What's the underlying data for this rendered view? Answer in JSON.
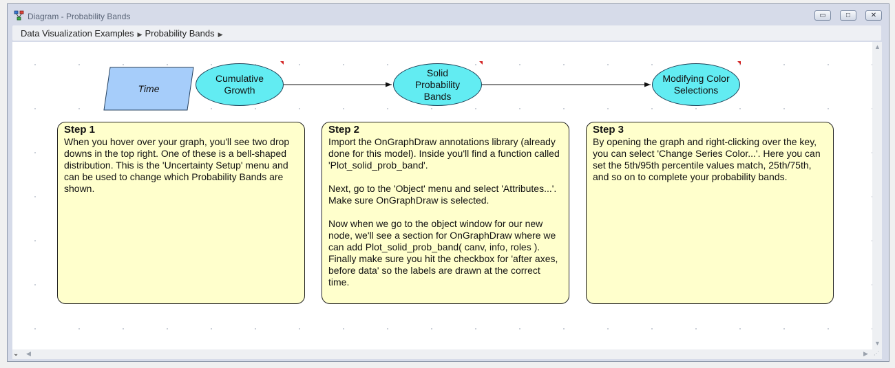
{
  "window": {
    "title": "Diagram - Probability Bands",
    "buttons": {
      "minimize": "▭",
      "restore": "□",
      "close": "✕"
    }
  },
  "breadcrumb": [
    "Data Visualization Examples",
    "Probability Bands"
  ],
  "nodes": {
    "time": "Time",
    "cumulative_growth": "Cumulative Growth",
    "solid_bands": "Solid Probability Bands",
    "modifying_color": "Modifying Color Selections"
  },
  "notes": [
    {
      "title": "Step 1",
      "body": "When you hover over your graph, you'll see two drop downs in the top right. One of these is a bell-shaped distribution. This is the 'Uncertainty Setup' menu and can be used to change which Probability Bands are shown."
    },
    {
      "title": "Step 2",
      "body": "Import the OnGraphDraw annotations library (already done for this model). Inside you'll find a function called 'Plot_solid_prob_band'.\n\nNext, go to the 'Object' menu and select 'Attributes...'. Make sure OnGraphDraw is selected.\n\nNow when we go to the object window for our new node, we'll see a section for OnGraphDraw where we can add Plot_solid_prob_band( canv, info, roles ). Finally make sure you hit the checkbox for 'after axes, before data' so the labels are drawn at the correct time."
    },
    {
      "title": "Step 3",
      "body": "By opening the graph and right-clicking over the key, you can select 'Change Series Color...'. Here you can set the 5th/95th percentile values match, 25th/75th, and so on to complete your probability bands."
    }
  ],
  "colors": {
    "node_fill": "#62ecf2",
    "input_fill": "#a6cdfa",
    "note_fill": "#ffffcc",
    "flag": "#d21d1d"
  },
  "icons": [
    "diagram-app-icon",
    "breadcrumb-arrow-icon",
    "scroll-up-icon",
    "scroll-down-icon",
    "scroll-left-icon",
    "scroll-right-icon",
    "resize-grip-icon"
  ]
}
